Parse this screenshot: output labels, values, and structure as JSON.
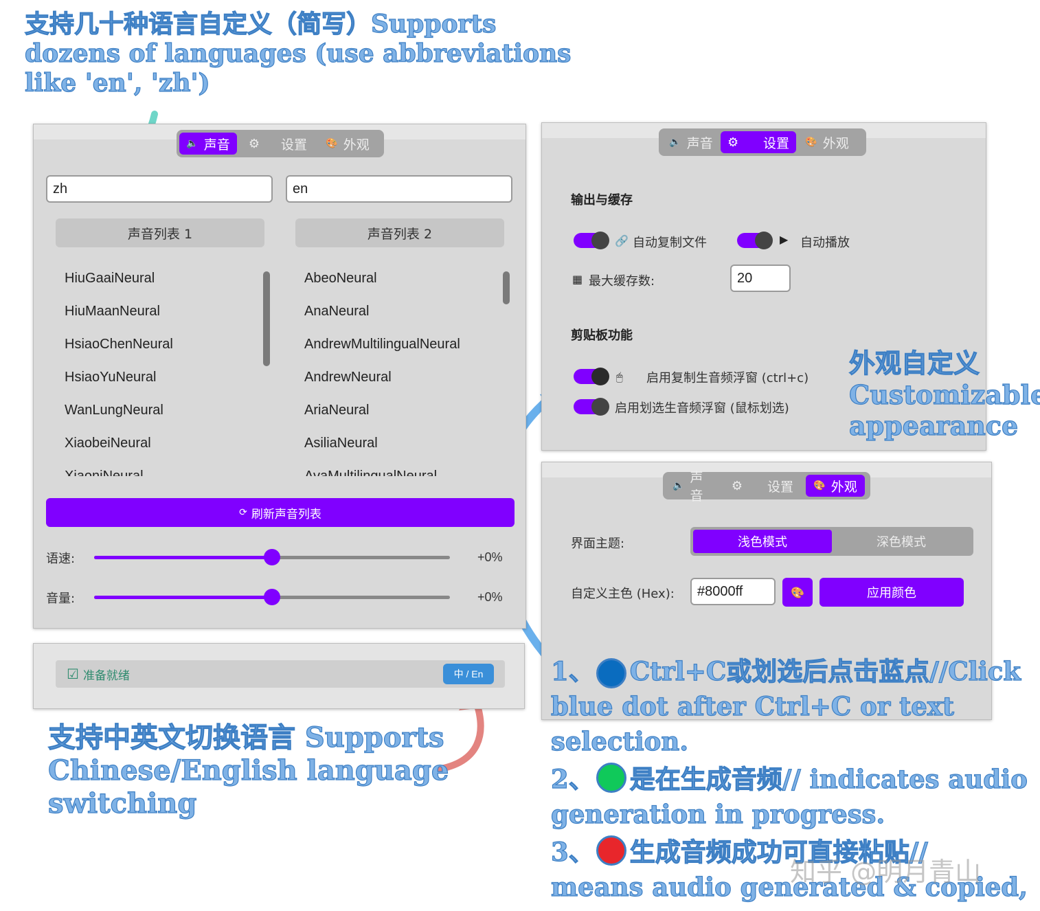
{
  "annotations": {
    "top_line1": "支持几十种语言自定义（简写）Supports",
    "top_line2": " dozens of languages (use abbreviations",
    "top_line3": "like 'en', 'zh')",
    "right_line1": "外观自定义",
    "right_line2": "Customizable",
    "right_line3": "appearance",
    "bottom_line1": "支持中英文切换语言 Supports",
    "bottom_line2": "Chinese/English language",
    "bottom_line3": "switching",
    "step1_prefix": "1、",
    "step1_text": "Ctrl+C或划选后点击蓝点//Click",
    "step1_line2": "blue dot after Ctrl+C or text",
    "step1_line3": "selection.",
    "step2_prefix": "2、",
    "step2_text": "是在生成音频//  indicates audio",
    "step2_line2": "generation in progress.",
    "step3_prefix": "3、",
    "step3_text": "生成音频成功可直接粘贴//",
    "step3_line2": "means audio generated & copied,",
    "dot_colors": {
      "blue": "#0a6cbf",
      "green": "#10c95a",
      "red": "#e8262b"
    }
  },
  "watermark": "知乎 @明月青山",
  "tabs": {
    "voice": "声音",
    "settings": "设置",
    "appearance": "外观"
  },
  "voice_panel": {
    "lang1": "zh",
    "lang2": "en",
    "list1_header": "声音列表 1",
    "list2_header": "声音列表 2",
    "list1": [
      "HiuGaaiNeural",
      "HiuMaanNeural",
      "HsiaoChenNeural",
      "HsiaoYuNeural",
      "WanLungNeural",
      "XiaobeiNeural",
      "XiaoniNeural"
    ],
    "list2": [
      "AbeoNeural",
      "AnaNeural",
      "AndrewMultilingualNeural",
      "AndrewNeural",
      "AriaNeural",
      "AsiliaNeural",
      "AvaMultilingualNeural"
    ],
    "refresh_label": "刷新声音列表",
    "speed_label": "语速:",
    "speed_value": "+0%",
    "speed_level": 0.5,
    "volume_label": "音量:",
    "volume_value": "+0%",
    "volume_level": 0.5
  },
  "status_bar": {
    "status_text": "准备就绪",
    "lang_toggle": "中 / En"
  },
  "settings_panel": {
    "section_output": "输出与缓存",
    "auto_copy": "自动复制文件",
    "auto_play": "自动播放",
    "max_cache_label": "最大缓存数:",
    "max_cache_value": "20",
    "section_clipboard": "剪贴板功能",
    "copy_popup": "启用复制生音频浮窗 (ctrl+c)",
    "select_popup": "启用划选生音频浮窗 (鼠标划选)"
  },
  "appearance_panel": {
    "theme_label": "界面主题:",
    "light_mode": "浅色模式",
    "dark_mode": "深色模式",
    "color_label": "自定义主色 (Hex):",
    "color_value": "#8000ff",
    "apply_label": "应用颜色"
  },
  "colors": {
    "accent": "#8000ff",
    "panel_bg": "#d9d9d9",
    "lang_btn": "#3a8fd9",
    "status_text": "#2e8b6e"
  }
}
